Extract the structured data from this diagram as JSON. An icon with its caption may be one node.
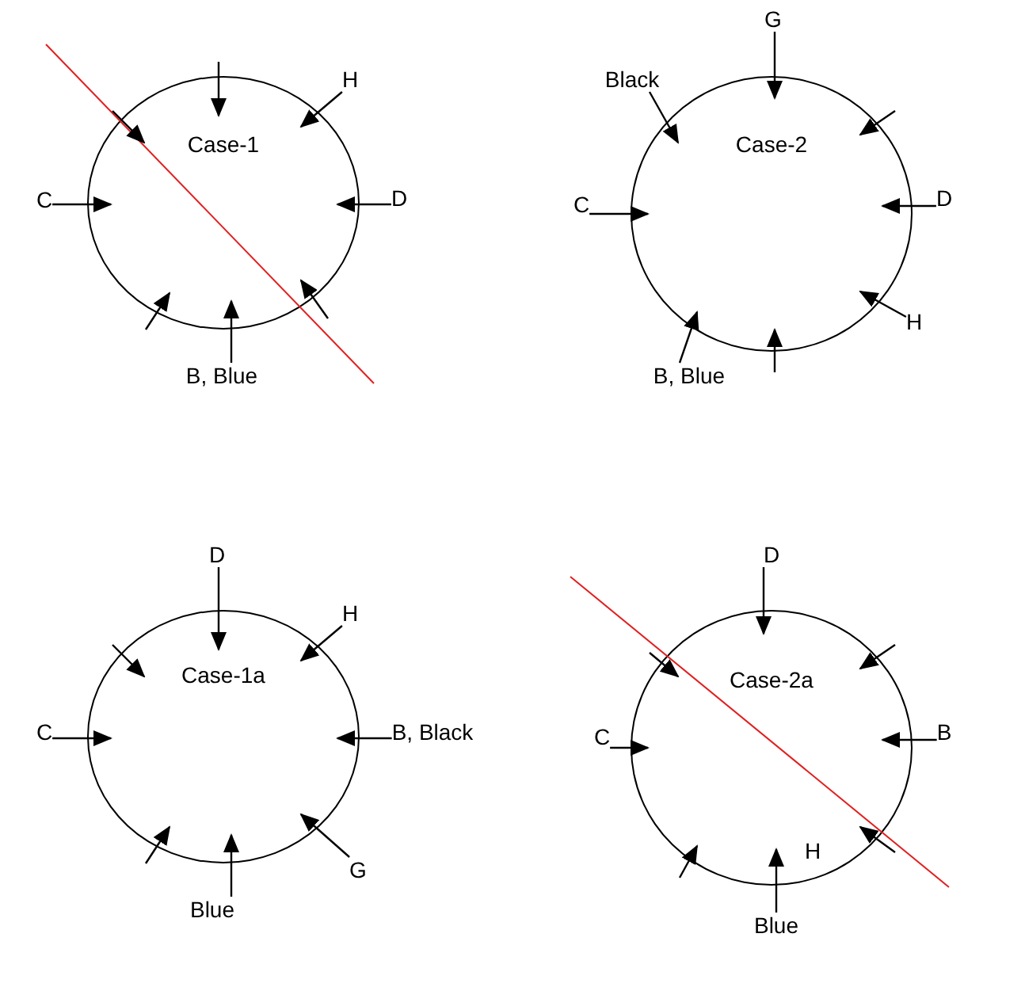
{
  "diagram": {
    "nodes": [
      {
        "text": [
          "Case-1"
        ]
      },
      {
        "text": [
          "H"
        ]
      },
      {
        "text": [
          "C"
        ]
      },
      {
        "text": [
          "D"
        ]
      },
      {
        "text": [
          "B, Blue"
        ]
      },
      {
        "text": [
          "Case-2"
        ]
      },
      {
        "text": [
          "G"
        ]
      },
      {
        "text": [
          "Black"
        ]
      },
      {
        "text": [
          "C"
        ]
      },
      {
        "text": [
          "D"
        ]
      },
      {
        "text": [
          "H"
        ]
      },
      {
        "text": [
          "B, Blue"
        ]
      },
      {
        "text": [
          "Case-1a"
        ]
      },
      {
        "text": [
          "D"
        ]
      },
      {
        "text": [
          "H"
        ]
      },
      {
        "text": [
          "C"
        ]
      },
      {
        "text": [
          "B, Black"
        ]
      },
      {
        "text": [
          "G"
        ]
      },
      {
        "text": [
          "Blue"
        ]
      },
      {
        "text": [
          "Case-2a"
        ]
      },
      {
        "text": [
          "D"
        ]
      },
      {
        "text": [
          "C"
        ]
      },
      {
        "text": [
          "B"
        ]
      },
      {
        "text": [
          "Blue"
        ]
      }
    ],
    "edges": [
      {
        "from": null,
        "to": 0,
        "arrow": "to"
      },
      {
        "from": 1,
        "to": 0,
        "arrow": "to"
      },
      {
        "from": null,
        "to": 0,
        "arrow": "to"
      },
      {
        "from": 2,
        "to": 0,
        "arrow": "to"
      },
      {
        "from": 3,
        "to": 0,
        "arrow": "to"
      },
      {
        "from": null,
        "to": 0,
        "arrow": "to"
      },
      {
        "from": 4,
        "to": 0,
        "arrow": "to"
      },
      {
        "from": null,
        "to": 0,
        "arrow": "to"
      },
      {
        "from": 6,
        "to": 5,
        "arrow": "to"
      },
      {
        "from": 7,
        "to": 5,
        "arrow": "to"
      },
      {
        "from": null,
        "to": 5,
        "arrow": "to"
      },
      {
        "from": 8,
        "to": 5,
        "arrow": "to"
      },
      {
        "from": 9,
        "to": 5,
        "arrow": "to"
      },
      {
        "from": 10,
        "to": 5,
        "arrow": "to"
      },
      {
        "from": 11,
        "to": 5,
        "arrow": "to"
      },
      {
        "from": null,
        "to": 5,
        "arrow": "to"
      },
      {
        "from": 13,
        "to": 12,
        "arrow": "to"
      },
      {
        "from": 14,
        "to": 12,
        "arrow": "to"
      },
      {
        "from": null,
        "to": 12,
        "arrow": "to"
      },
      {
        "from": 15,
        "to": 12,
        "arrow": "to"
      },
      {
        "from": 16,
        "to": 12,
        "arrow": "to"
      },
      {
        "from": 17,
        "to": 12,
        "arrow": "to"
      },
      {
        "from": null,
        "to": 12,
        "arrow": "to"
      },
      {
        "from": 18,
        "to": 12,
        "arrow": "to"
      },
      {
        "from": 20,
        "to": 19,
        "arrow": "to"
      },
      {
        "from": null,
        "to": 19,
        "arrow": "to"
      },
      {
        "from": null,
        "to": 19,
        "arrow": "to"
      },
      {
        "from": 21,
        "to": 19,
        "arrow": "to"
      },
      {
        "from": 22,
        "to": 19,
        "arrow": "to"
      },
      {
        "from": null,
        "to": 19,
        "arrow": "to"
      },
      {
        "from": null,
        "to": 19,
        "arrow": "to"
      },
      {
        "from": 23,
        "to": 19,
        "arrow": "to"
      }
    ],
    "labels": [
      "H"
    ]
  }
}
